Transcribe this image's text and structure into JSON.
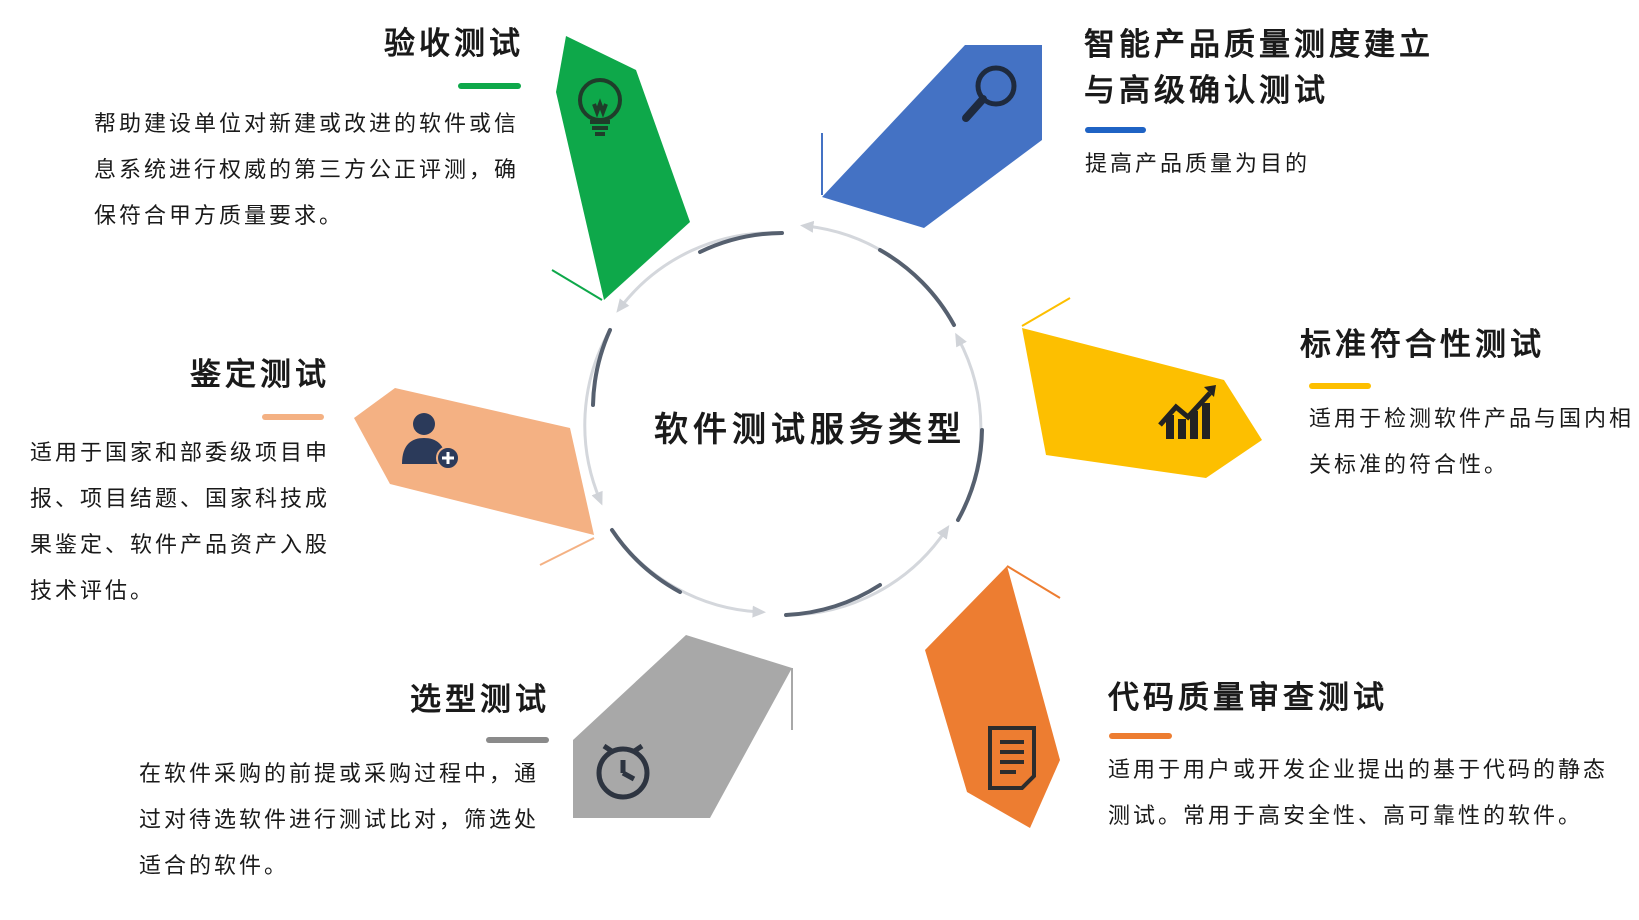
{
  "center": {
    "title": "软件测试服务类型"
  },
  "colors": {
    "green": "#0ea84a",
    "blue": "#4472c4",
    "yellow": "#fdbf00",
    "peach": "#f4b183",
    "gray": "#a8a8a8",
    "orange": "#ed7d31",
    "blue_bar": "#1f63c4"
  },
  "items": [
    {
      "title": "验收测试",
      "desc": "帮助建设单位对新建或改进的软件或信息系统进行权威的第三方公正评测，确保符合甲方质量要求。",
      "icon": "lightbulb-icon",
      "color": "green"
    },
    {
      "title_line1": "智能产品质量测度建立",
      "title_line2": "与高级确认测试",
      "desc": "提高产品质量为目的",
      "icon": "search-icon",
      "color": "blue"
    },
    {
      "title": "标准符合性测试",
      "desc": "适用于检测软件产品与国内相关标准的符合性。",
      "icon": "chart-growth-icon",
      "color": "yellow"
    },
    {
      "title": "代码质量审查测试",
      "desc": "适用于用户或开发企业提出的基于代码的静态测试。常用于高安全性、高可靠性的软件。",
      "icon": "document-icon",
      "color": "orange"
    },
    {
      "title": "选型测试",
      "desc": "在软件采购的前提或采购过程中，通过对待选软件进行测试比对，筛选处适合的软件。",
      "icon": "stopwatch-icon",
      "color": "gray"
    },
    {
      "title": "鉴定测试",
      "desc": "适用于国家和部委级项目申报、项目结题、国家科技成果鉴定、软件产品资产入股技术评估。",
      "icon": "user-add-icon",
      "color": "peach"
    }
  ]
}
